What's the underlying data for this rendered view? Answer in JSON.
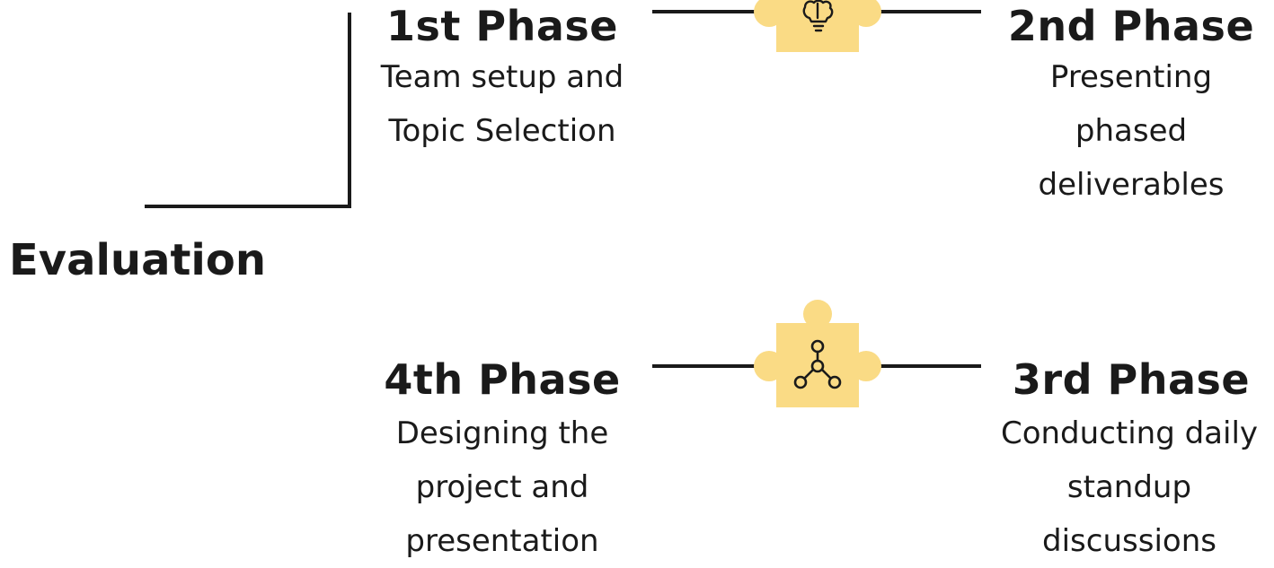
{
  "colors": {
    "puzzle_fill": "#FADB85",
    "line": "#1a1a1a",
    "text": "#1a1a1a"
  },
  "evaluation": {
    "label": "Evaluation"
  },
  "phases": {
    "first": {
      "title": "1st Phase",
      "lines": [
        "Team setup and",
        "Topic Selection"
      ]
    },
    "second": {
      "title": "2nd Phase",
      "lines": [
        "Presenting",
        "phased",
        "deliverables"
      ]
    },
    "third": {
      "title": "3rd Phase",
      "lines": [
        "Conducting daily",
        "standup",
        "discussions"
      ]
    },
    "fourth": {
      "title": "4th Phase",
      "lines": [
        "Designing the",
        "project and",
        "presentation"
      ]
    }
  },
  "icons": {
    "top_puzzle": "brain-lightbulb-icon",
    "bottom_puzzle": "network-nodes-icon"
  }
}
